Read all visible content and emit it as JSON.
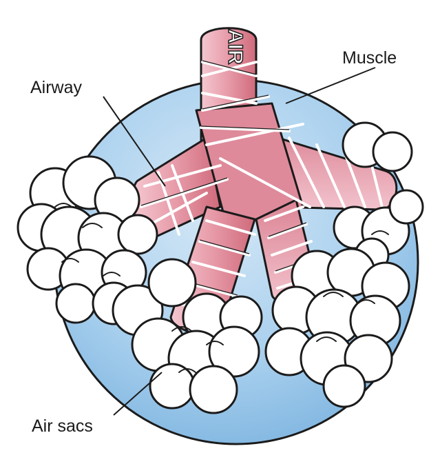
{
  "labels": {
    "muscle": "Muscle",
    "airway": "Airway",
    "air_sacs": "Air sacs",
    "air": "AIR"
  },
  "colors": {
    "circle_fill": "#8fbfe4",
    "circle_light": "#c8e0f3",
    "circle_stroke": "#1b1b1b",
    "airway_fill": "#d87c8c",
    "airway_light": "#f2c6cf",
    "muscle_band": "#ffffff",
    "cloud_fill": "#ffffff",
    "outline": "#1b1b1b"
  }
}
